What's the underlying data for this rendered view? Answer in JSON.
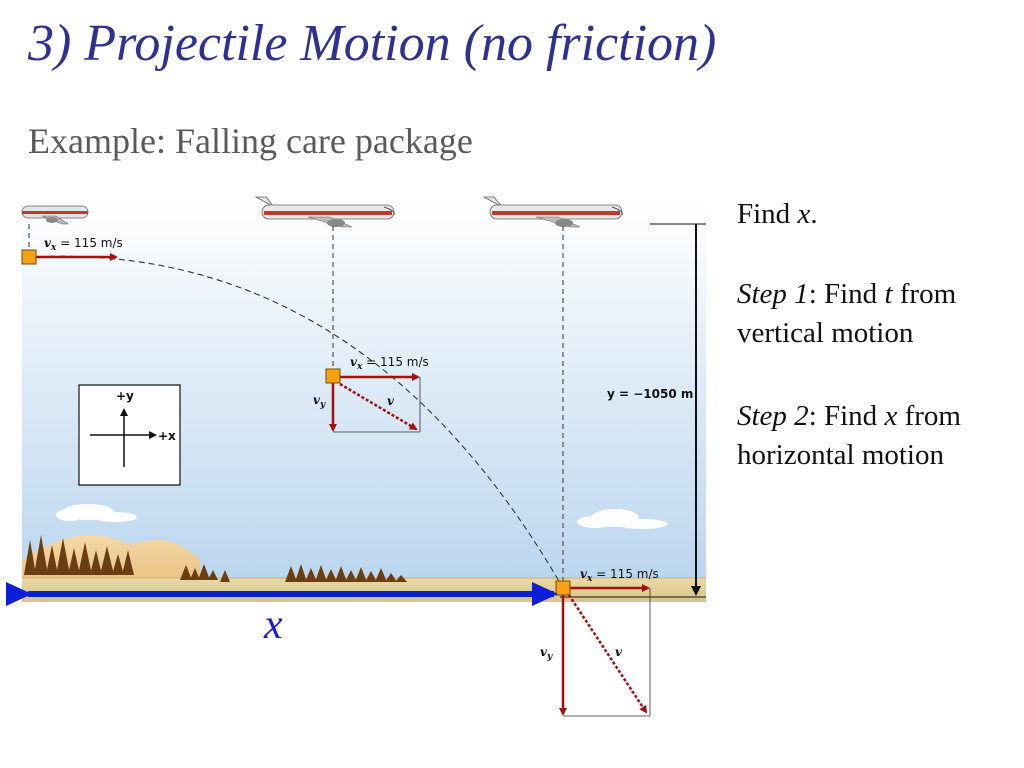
{
  "slide": {
    "title": "3) Projectile Motion (no friction)",
    "subtitle": "Example: Falling care package"
  },
  "notes": {
    "find_pre": "Find ",
    "find_var": "x",
    "find_post": ".",
    "step1_label": "Step 1",
    "step1_mid": ": Find ",
    "step1_var": "t",
    "step1_rest": " from",
    "step1_line2": "vertical motion",
    "step2_label": "Step 2",
    "step2_mid": ": Find ",
    "step2_var": "x",
    "step2_rest": " from",
    "step2_line2": "horizontal motion"
  },
  "diagram": {
    "vx_label_sym": "v",
    "vx_label_sub": "x",
    "vx_label_value": " = 115 m/s",
    "vy_sym": "v",
    "vy_sub": "y",
    "v_sym": "v",
    "height_label": "y = −1050 m",
    "axis_plus_y": "+y",
    "axis_plus_x": "+x",
    "distance_label": "x"
  },
  "colors": {
    "title": "#2e3192",
    "velocity_arrow": "#a50f0f",
    "distance_arrow": "#0a1fd6",
    "package": "#f5a314",
    "sky_top": "#ffffff",
    "sky_bottom": "#b8d4ee"
  }
}
